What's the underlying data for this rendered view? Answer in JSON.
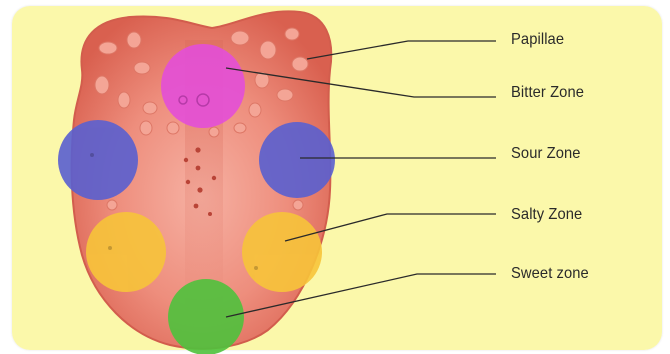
{
  "colors": {
    "background": "#fbf8aa",
    "tongue": "#e87a6a",
    "tongue_edge": "#d66555",
    "bitter": "#e44fd8",
    "sour": "#5a60d0",
    "salty": "#f7c43a",
    "sweet": "#4fc23d"
  },
  "labels": [
    {
      "text": "Papillae"
    },
    {
      "text": "Bitter Zone"
    },
    {
      "text": "Sour Zone"
    },
    {
      "text": "Salty Zone"
    },
    {
      "text": "Sweet zone"
    }
  ]
}
